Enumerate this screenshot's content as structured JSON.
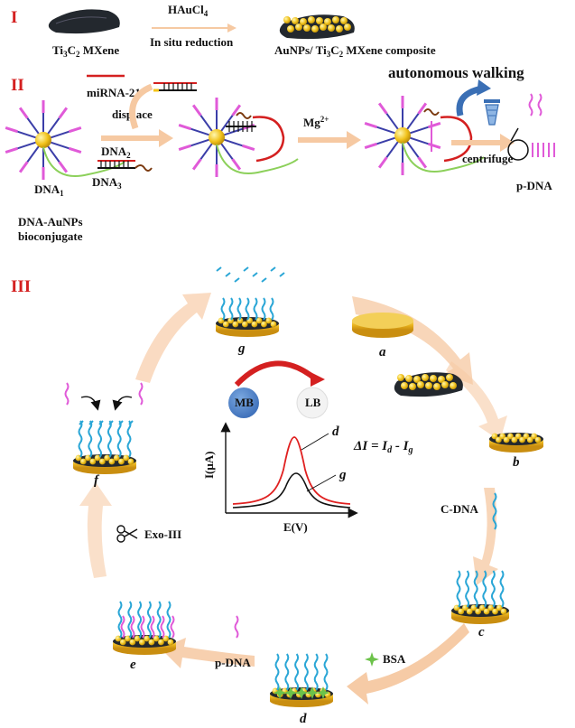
{
  "section1": {
    "roman": "I",
    "mxene_label": "Ti3C2 MXene",
    "mxene_pre": "Ti",
    "mxene_sub1": "3",
    "mxene_mid": "C",
    "mxene_sub2": "2",
    "mxene_post": " MXene",
    "reagent_pre": "HAuCl",
    "reagent_sub": "4",
    "process": "In situ reduction",
    "composite_pre": "AuNPs/ Ti",
    "composite_sub1": "3",
    "composite_mid": "C",
    "composite_sub2": "2",
    "composite_post": " MXene composite"
  },
  "section2": {
    "roman": "II",
    "mirna": "miRNA-21",
    "displace": "displace",
    "dna2_pre": "DNA",
    "dna2_sub": "2",
    "dna3_pre": "DNA",
    "dna3_sub": "3",
    "dna1_pre": "DNA",
    "dna1_sub": "1",
    "mg_pre": "Mg",
    "mg_sup": "2+",
    "walking": "autonomous  walking",
    "centrifuge": "centrifuge",
    "pdna": "p-DNA",
    "bioconj_line1": "DNA-AuNPs",
    "bioconj_line2": "bioconjugate"
  },
  "section3": {
    "roman": "III",
    "step_a": "a",
    "step_b": "b",
    "step_c": "c",
    "step_d": "d",
    "step_e": "e",
    "step_f": "f",
    "step_g": "g",
    "cdna": "C-DNA",
    "bsa": "BSA",
    "pdna": "p-DNA",
    "exo": "Exo-III",
    "mb": "MB",
    "lb": "LB",
    "ylabel": "I(μA)",
    "xlabel": "E(V)",
    "curve_d": "d",
    "curve_g": "g",
    "delta_1": "ΔI = I",
    "delta_sub1": "d",
    "delta_2": " - I",
    "delta_sub2": "g"
  },
  "colors": {
    "roman": "#d42020",
    "arrow": "#f6c9a2",
    "gold": "#f4c41a",
    "dna_blue": "#2aa6d6",
    "dna_pink": "#e05ad8",
    "mxene": "#23282e",
    "curve_red": "#e02020",
    "curve_black": "#111111"
  }
}
